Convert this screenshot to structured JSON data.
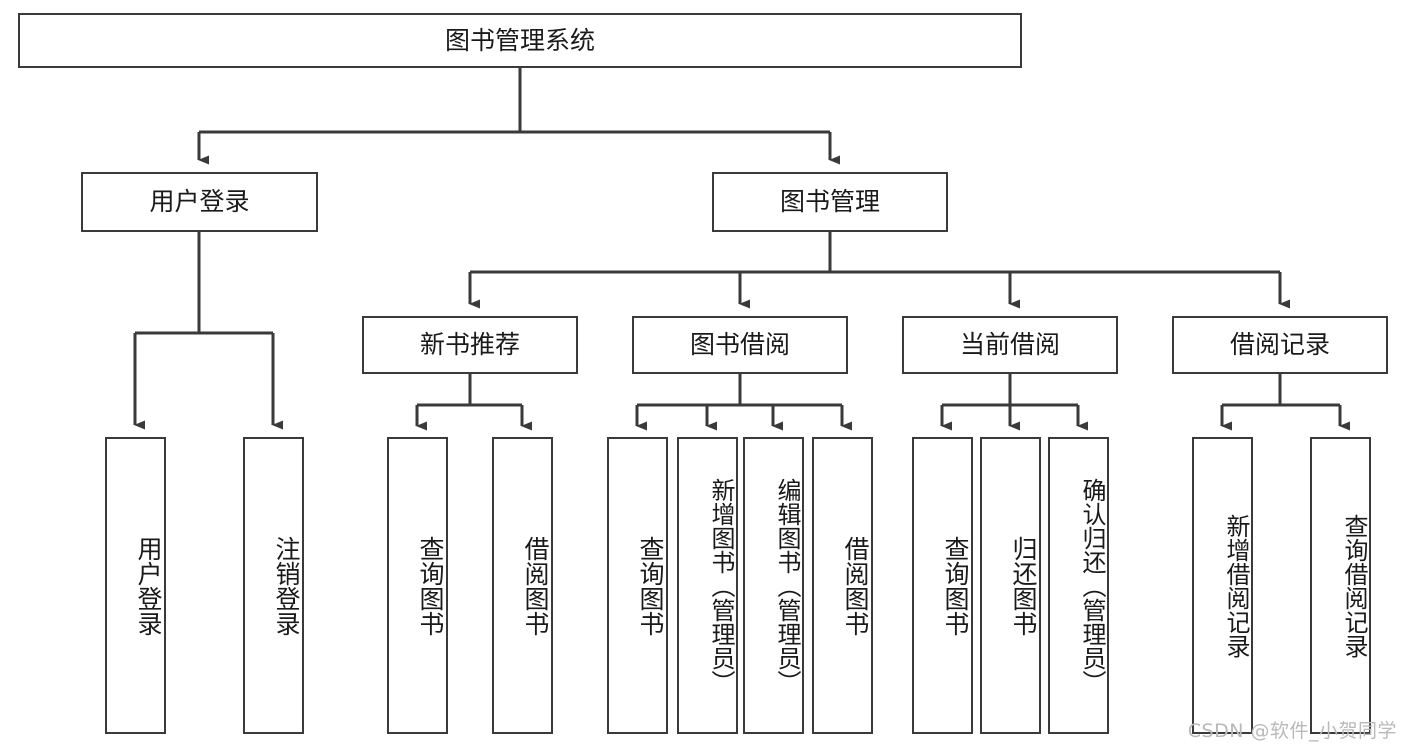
{
  "diagram": {
    "title": "图书管理系统",
    "watermark": "CSDN @软件_小贺同学",
    "colors": {
      "stroke": "#3a3a3a",
      "fill": "#ffffff",
      "text": "#1a1a1a",
      "watermark": "#b9b9b9"
    },
    "nodes": {
      "root": {
        "label": "图书管理系统"
      },
      "level2": [
        {
          "id": "user-login",
          "label": "用户登录"
        },
        {
          "id": "book-manage",
          "label": "图书管理"
        }
      ],
      "level3": [
        {
          "id": "new-book-recommend",
          "label": "新书推荐"
        },
        {
          "id": "book-borrow",
          "label": "图书借阅"
        },
        {
          "id": "current-borrow",
          "label": "当前借阅"
        },
        {
          "id": "borrow-record",
          "label": "借阅记录"
        }
      ],
      "leaves": {
        "user-login": [
          {
            "id": "leaf-user-login",
            "label": "用户登录"
          },
          {
            "id": "leaf-logout-login",
            "label": "注销登录"
          }
        ],
        "new-book-recommend": [
          {
            "id": "leaf-query-book-1",
            "label": "查询图书"
          },
          {
            "id": "leaf-borrow-book-1",
            "label": "借阅图书"
          }
        ],
        "book-borrow": [
          {
            "id": "leaf-query-book-2",
            "label": "查询图书"
          },
          {
            "id": "leaf-add-book",
            "label": "新增图书（管理员）"
          },
          {
            "id": "leaf-edit-book",
            "label": "编辑图书（管理员）"
          },
          {
            "id": "leaf-borrow-book-2",
            "label": "借阅图书"
          }
        ],
        "current-borrow": [
          {
            "id": "leaf-query-book-3",
            "label": "查询图书"
          },
          {
            "id": "leaf-return-book",
            "label": "归还图书"
          },
          {
            "id": "leaf-confirm-return",
            "label": "确认归还（管理员）"
          }
        ],
        "borrow-record": [
          {
            "id": "leaf-add-borrow-record",
            "label": "新增借阅记录"
          },
          {
            "id": "leaf-query-borrow-record",
            "label": "查询借阅记录"
          }
        ]
      }
    }
  }
}
